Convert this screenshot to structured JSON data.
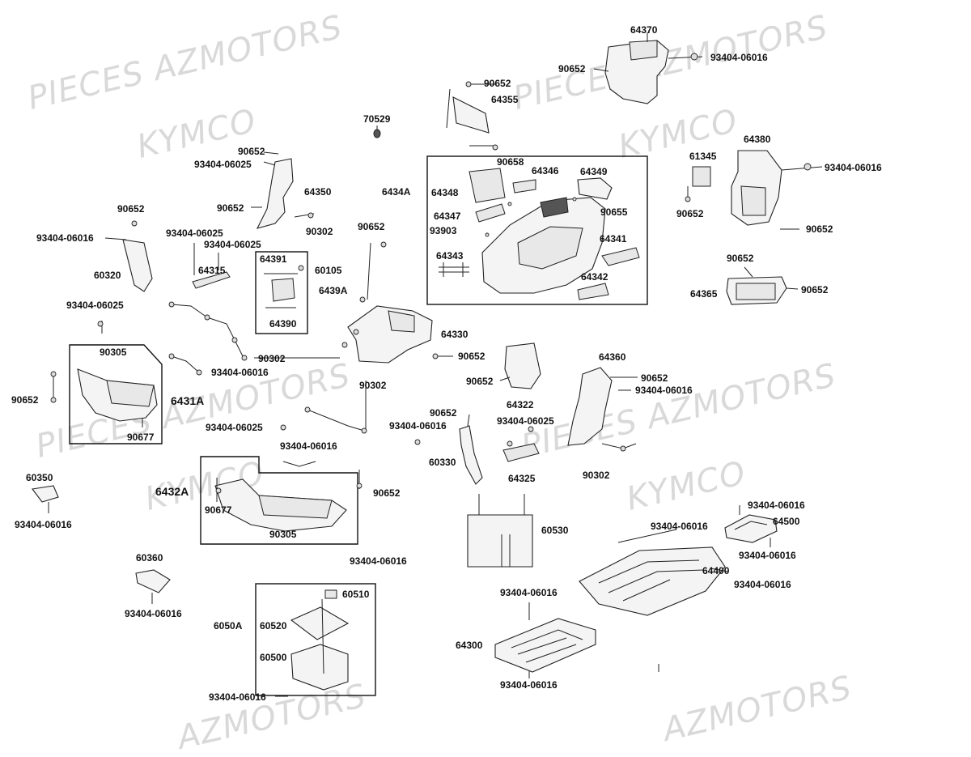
{
  "watermarks": [
    "PIECES AZMOTORS",
    "KYMCO",
    "PIECES AZMOTORS",
    "KYMCO",
    "PIECES AZMOTORS",
    "KYMCO",
    "PIECES AZMOTORS",
    "KYMCO",
    "AZMOTORS",
    "AZMOTORS"
  ],
  "labels": {
    "p64370": "64370",
    "p93404_06016_a": "93404-06016",
    "p90652_a": "90652",
    "p90652_b": "90652",
    "p64355": "64355",
    "p70529": "70529",
    "p64380": "64380",
    "p61345": "61345",
    "p93404_06016_b": "93404-06016",
    "p90652_c": "90652",
    "p90652_d": "90652",
    "p90652_e": "90652",
    "p93404_06025_a": "93404-06025",
    "p64350": "64350",
    "p90652_f": "90652",
    "p90302_a": "90302",
    "p6434A": "6434A",
    "p64348": "64348",
    "p90658": "90658",
    "p64346": "64346",
    "p64349": "64349",
    "p90655": "90655",
    "p64347": "64347",
    "p93903": "93903",
    "p64341": "64341",
    "p64343": "64343",
    "p64342": "64342",
    "p90652_g": "90652",
    "p93404_06016_c": "93404-06016",
    "p60320": "60320",
    "p93404_06025_b": "93404-06025",
    "p93404_06025_c": "93404-06025",
    "p64315": "64315",
    "p64391": "64391",
    "p60105": "60105",
    "p6439A": "6439A",
    "p64390": "64390",
    "p90652_h": "90652",
    "p90652_i": "90652",
    "p64365": "64365",
    "p90652_j": "90652",
    "p93404_06025_d": "93404-06025",
    "p64330": "64330",
    "p90302_b": "90302",
    "p90652_k": "90652",
    "p90305_a": "90305",
    "p93404_06016_d": "93404-06016",
    "p90652_l": "90652",
    "p6431A": "6431A",
    "p90677_a": "90677",
    "p90302_c": "90302",
    "p90652_m": "90652",
    "p64322": "64322",
    "p64360": "64360",
    "p90652_n": "90652",
    "p93404_06016_e": "93404-06016",
    "p90652_o": "90652",
    "p93404_06016_f": "93404-06016",
    "p93404_06025_e": "93404-06025",
    "p93404_06025_f": "93404-06025",
    "p93404_06016_g": "93404-06016",
    "p60330": "60330",
    "p64325": "64325",
    "p90302_d": "90302",
    "p60350": "60350",
    "p6432A": "6432A",
    "p90677_b": "90677",
    "p90652_p": "90652",
    "p93404_06016_h": "93404-06016",
    "p90305_b": "90305",
    "p60530": "60530",
    "p93404_06016_i": "93404-06016",
    "p64500": "64500",
    "p93404_06016_j": "93404-06016",
    "p93404_06016_k": "93404-06016",
    "p64400": "64400",
    "p93404_06016_l": "93404-06016",
    "p60360": "60360",
    "p93404_06016_m": "93404-06016",
    "p93404_06016_n": "93404-06016",
    "p60510": "60510",
    "p6050A": "6050A",
    "p60520": "60520",
    "p60500": "60500",
    "p93404_06016_o": "93404-06016",
    "p64300": "64300",
    "p93404_06016_p": "93404-06016",
    "p93404_06016_q": "93404-06016"
  }
}
